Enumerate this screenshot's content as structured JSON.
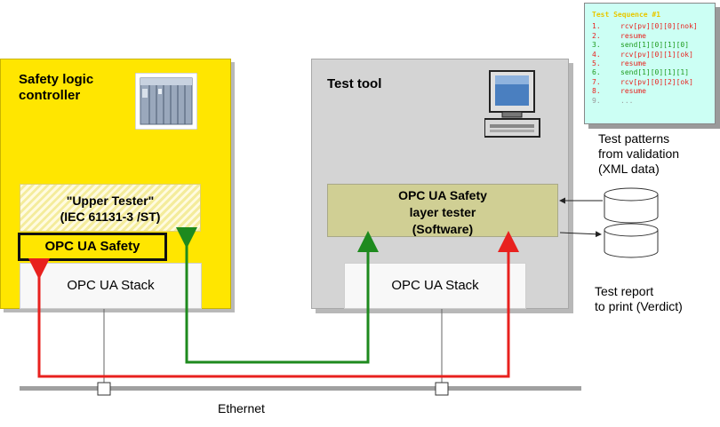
{
  "slc": {
    "title_line1": "Safety logic",
    "title_line2": "controller"
  },
  "upper_tester": {
    "line1": "\"Upper Tester\"",
    "line2": "(IEC 61131-3 /ST)"
  },
  "opc_ua_safety": "OPC UA Safety",
  "stack_left": "OPC UA Stack",
  "test_tool": {
    "title": "Test tool"
  },
  "layer_tester": {
    "line1": "OPC UA Safety",
    "line2": "layer tester",
    "line3": "(Software)"
  },
  "stack_right": "OPC UA Stack",
  "test_patterns": {
    "line1": "Test patterns",
    "line2": "from validation",
    "line3": "(XML data)"
  },
  "test_report": {
    "line1": "Test report",
    "line2": "to print (Verdict)"
  },
  "ethernet": "Ethernet",
  "test_sequence": {
    "title": "Test Sequence #1",
    "rows": [
      {
        "num": "1.",
        "text": "rcv[pv][0][0][nok]",
        "color": "#e8211e"
      },
      {
        "num": "2.",
        "text": "resume",
        "color": "#e8211e"
      },
      {
        "num": "3.",
        "text": "send[1][0][1][0]",
        "color": "#1e9a1e"
      },
      {
        "num": "4.",
        "text": "rcv[pv][0][1][ok]",
        "color": "#e8211e"
      },
      {
        "num": "5.",
        "text": "resume",
        "color": "#e8211e"
      },
      {
        "num": "6.",
        "text": "send[1][0][1][1]",
        "color": "#1e9a1e"
      },
      {
        "num": "7.",
        "text": "rcv[pv][0][2][ok]",
        "color": "#e8211e"
      },
      {
        "num": "8.",
        "text": "resume",
        "color": "#e8211e"
      },
      {
        "num": "9.",
        "text": "...",
        "color": "#9a9a9a"
      }
    ]
  },
  "colors": {
    "yellow_box": "#ffe600",
    "grey_box": "#d4d4d4",
    "red_arrow": "#e8211e",
    "green_arrow": "#1e8a1e",
    "sequence_bg": "#ccfff4"
  }
}
